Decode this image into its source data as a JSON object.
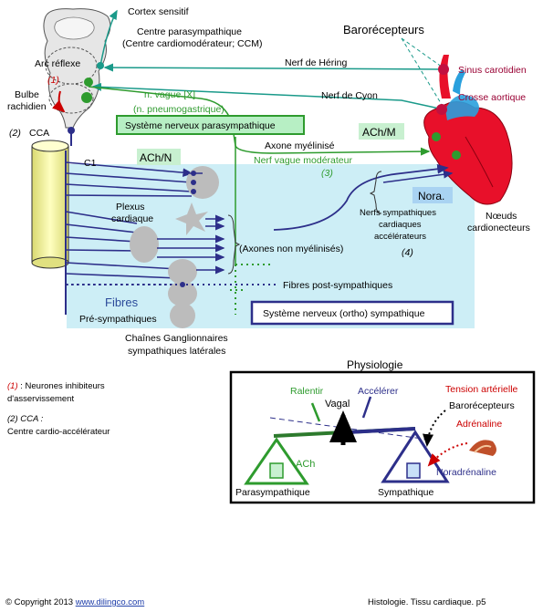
{
  "labels": {
    "cortex": "Cortex sensitif",
    "ccm_1": "Centre parasympathique",
    "ccm_2": "(Centre cardiomodérateur; CCM)",
    "arc_reflexe": "Arc réflexe",
    "marker_1": "(1)",
    "bulbe_1": "Bulbe",
    "bulbe_2": "rachidien",
    "marker_2": "(2)",
    "cca_short": "CCA",
    "c1": "C1",
    "barorecepteurs_top": "Barorécepteurs",
    "sinus": "Sinus carotidien",
    "crosse": "Crosse aortique",
    "hering": "Nerf de Héring",
    "cyon": "Nerf de Cyon",
    "vague": "n. vague [X]",
    "pneumo": "(n. pneumogastrique)",
    "para_system": "Système nerveux parasympathique",
    "achm": "ACh/M",
    "achn": "ACh/N",
    "axone_myelinise": "Axone myélinisé",
    "nerf_moderateur": "Nerf vague modérateur",
    "marker_3": "(3)",
    "plexus_1": "Plexus",
    "plexus_2": "cardiaque",
    "nora": "Nora.",
    "nerfs_symp_1": "Nerfs sympathiques",
    "nerfs_symp_2": "cardiaques",
    "nerfs_symp_3": "accélérateurs",
    "marker_4": "(4)",
    "noeuds_1": "Nœuds",
    "noeuds_2": "cardionecteurs",
    "axones_non_myel": "(Axones non myélinisés)",
    "fibres_post": "Fibres post-sympathiques",
    "fibres_1": "Fibres",
    "fibres_2": "Pré-sympathiques",
    "ortho_system": "Système nerveux (ortho) sympathique",
    "chaines_1": "Chaînes Ganglionnaires",
    "chaines_2": "sympathiques latérales",
    "legend_1_marker": "(1)",
    "legend_1_text_a": " : Neurones inhibiteurs",
    "legend_1_text_b": "d'asservissement",
    "legend_2_a": "(2) CCA :",
    "legend_2_b": "Centre cardio-accélérateur",
    "physio_title": "Physiologie",
    "ralentir": "Ralentir",
    "accelerer": "Accélérer",
    "vagal": "Vagal",
    "tension": "Tension artérielle",
    "barorecepteurs_physio": "Barorécepteurs",
    "adrenaline": "Adrénaline",
    "ach_weight": "ACh",
    "noradrenaline": "Noradrénaline",
    "parasympathique": "Parasympathique",
    "sympathique": "Sympathique"
  },
  "footer": {
    "copyright": "© Copyright 2013 ",
    "link": "www.dilingco.com",
    "page": "Histologie. Tissu cardiaque. p5"
  },
  "colors": {
    "cyan_panel": "#cdeef6",
    "green": "#2e9b2e",
    "teal": "#1a9a8a",
    "navy": "#2d2f8a",
    "red": "#cc0000",
    "heart_red": "#e8102a",
    "artery_blue": "#2aa0dd"
  }
}
